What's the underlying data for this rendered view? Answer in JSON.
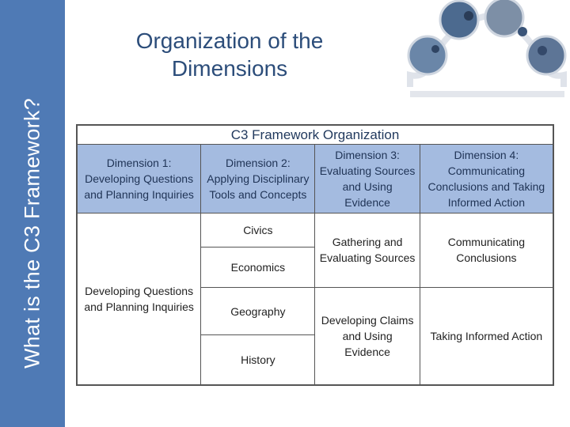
{
  "sidebar": {
    "title": "What is the C3 Framework?"
  },
  "slide": {
    "title": "Organization of the Dimensions"
  },
  "table": {
    "caption": "C3 Framework Organization",
    "headers": [
      "Dimension 1: Developing Questions and Planning Inquiries",
      "Dimension 2: Applying Disciplinary Tools and Concepts",
      "Dimension 3: Evaluating Sources and Using Evidence",
      "Dimension 4: Communicating Conclusions and Taking Informed Action"
    ],
    "dim1_body": "Developing Questions and Planning Inquiries",
    "dim2_items": [
      "Civics",
      "Economics",
      "Geography",
      "History"
    ],
    "dim3_items": [
      "Gathering and Evaluating Sources",
      "Developing Claims and Using Evidence"
    ],
    "dim4_items": [
      "Communicating Conclusions",
      "Taking Informed Action"
    ]
  },
  "colors": {
    "sidebar": "#4f7ab5",
    "header_fill": "#a4bbe0",
    "title_text": "#2c4d7a"
  }
}
